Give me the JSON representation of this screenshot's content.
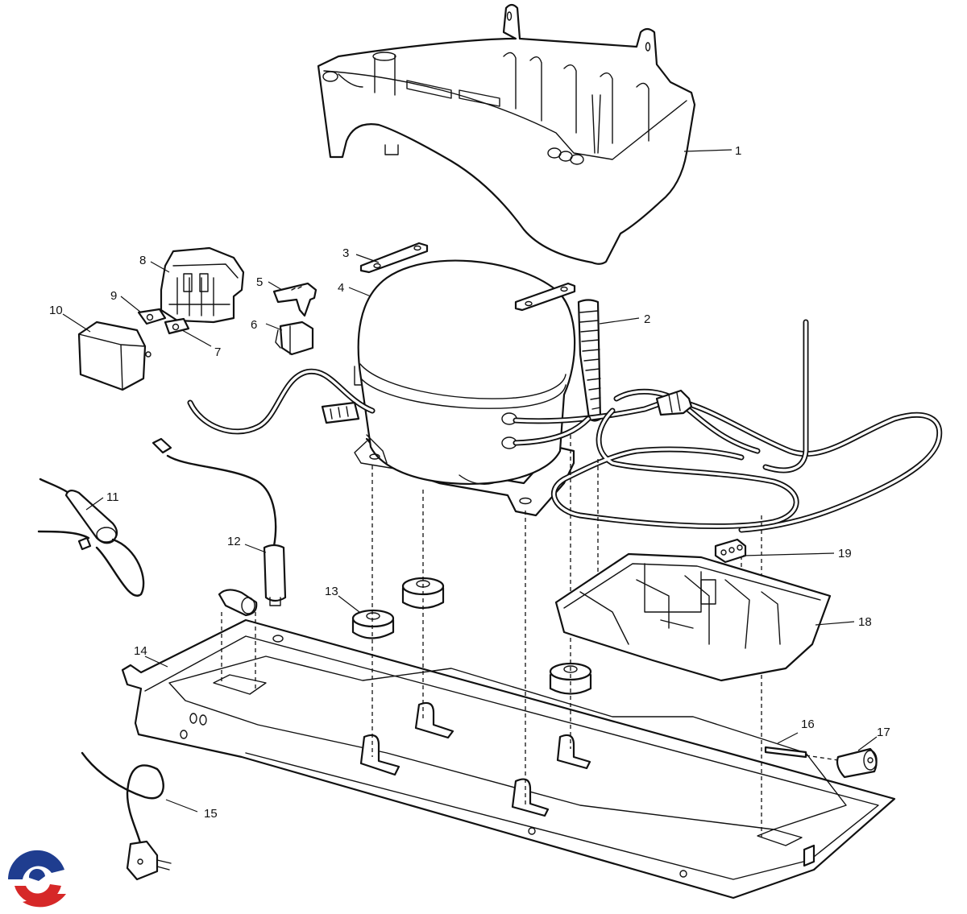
{
  "callouts": [
    {
      "id": "c1",
      "text": "1"
    },
    {
      "id": "c2",
      "text": "2"
    },
    {
      "id": "c3",
      "text": "3"
    },
    {
      "id": "c4",
      "text": "4"
    },
    {
      "id": "c5",
      "text": "5"
    },
    {
      "id": "c6",
      "text": "6"
    },
    {
      "id": "c7",
      "text": "7"
    },
    {
      "id": "c8",
      "text": "8"
    },
    {
      "id": "c9",
      "text": "9"
    },
    {
      "id": "c10",
      "text": "10"
    },
    {
      "id": "c11",
      "text": "11"
    },
    {
      "id": "c12",
      "text": "12"
    },
    {
      "id": "c13",
      "text": "13"
    },
    {
      "id": "c14",
      "text": "14"
    },
    {
      "id": "c15",
      "text": "15"
    },
    {
      "id": "c16",
      "text": "16"
    },
    {
      "id": "c17",
      "text": "17"
    },
    {
      "id": "c18",
      "text": "18"
    },
    {
      "id": "c19",
      "text": "19"
    }
  ],
  "colors": {
    "line": "#111111",
    "background": "#ffffff",
    "logo_blue": "#1f3d8f",
    "logo_red": "#d62828"
  }
}
